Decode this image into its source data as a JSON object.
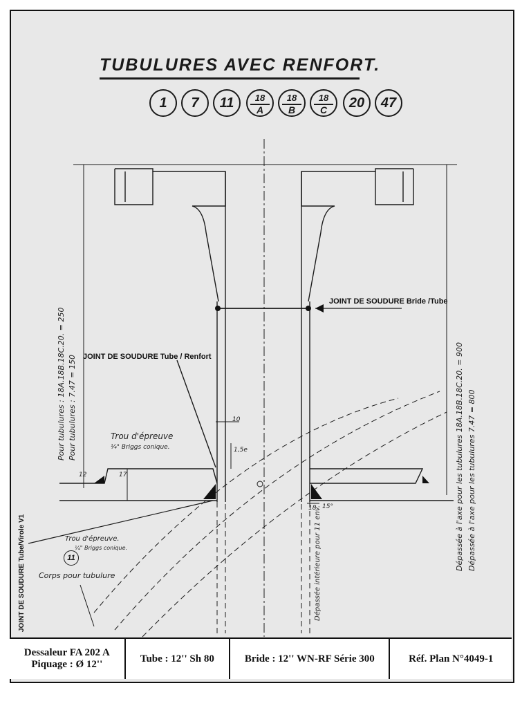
{
  "title": "TUBULURES AVEC RENFORT.",
  "references": [
    {
      "type": "single",
      "label": "1"
    },
    {
      "type": "single",
      "label": "7"
    },
    {
      "type": "single",
      "label": "11"
    },
    {
      "type": "split",
      "top": "18",
      "bottom": "A"
    },
    {
      "type": "split",
      "top": "18",
      "bottom": "B"
    },
    {
      "type": "split",
      "top": "18",
      "bottom": "C"
    },
    {
      "type": "single",
      "label": "20"
    },
    {
      "type": "single",
      "label": "47"
    }
  ],
  "labels": {
    "joint_bride_tube": "JOINT DE SOUDURE Bride /Tube",
    "joint_tube_renfort": "JOINT DE SOUDURE Tube / Renfort",
    "joint_tube_virole": "JOINT DE SOUDURE Tube/Virole V1",
    "trou_epreuve_1": "Trou d'épreuve",
    "briggs_1": "¼\" Briggs conique.",
    "trou_epreuve_2": "Trou d'épreuve.",
    "briggs_2": "¼\" Briggs conique.",
    "circle_11": "11",
    "corps": "Corps pour tubulure",
    "left_dim_1": "Pour tubulures : 18A.18B.18C.20. = 250",
    "left_dim_2": "Pour tubulures : 7.47 = 150",
    "right_dim_1": "Dépassée à l'axe pour les tubulures 18A.18B.18C.20. = 900",
    "right_dim_2": "Dépassée à l'axe pour les tubulures 7.47 = 800",
    "inner_note": "Dépassée intérieure pour 11 env.",
    "dim_10": "10",
    "dim_15": "1,5e",
    "dim_12": "12",
    "dim_17": "17",
    "dim_18": "18",
    "dim_angle": "15°"
  },
  "footer": {
    "cell1_line1": "Dessaleur FA 202 A",
    "cell1_line2": "Piquage : Ø 12''",
    "cell2": "Tube : 12''  Sh 80",
    "cell3": "Bride : 12''  WN-RF Série 300",
    "cell4": "Réf. Plan N°4049-1"
  }
}
